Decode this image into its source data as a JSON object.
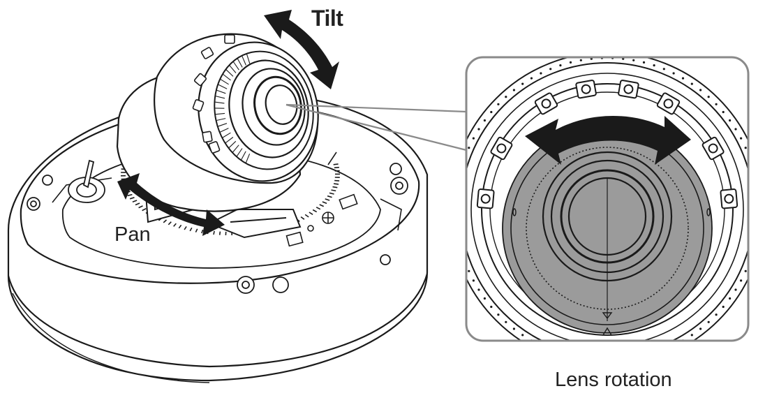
{
  "labels": {
    "tilt": "Tilt",
    "pan": "Pan",
    "lens_rotation": "Lens rotation"
  },
  "colors": {
    "line": "#1a1a1a",
    "lens_ring_fill": "#9b9b9b",
    "frame_stroke": "#8a8a8a",
    "background": "#ffffff"
  }
}
